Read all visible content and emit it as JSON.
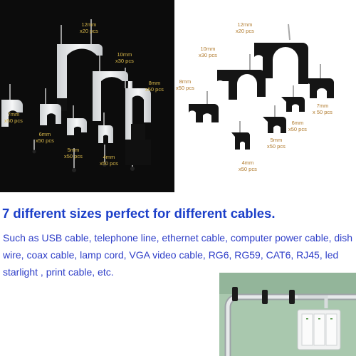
{
  "left_labels": [
    {
      "size": "12mm",
      "qty": "x20 pcs"
    },
    {
      "size": "10mm",
      "qty": "x30 pcs"
    },
    {
      "size": "8mm",
      "qty": "x50 pcs"
    },
    {
      "size": "7mm",
      "qty": "x50 pcs"
    },
    {
      "size": "6mm",
      "qty": "x50 pcs"
    },
    {
      "size": "5mm",
      "qty": "x50 pcs"
    },
    {
      "size": "4mm",
      "qty": "x50 pcs"
    }
  ],
  "right_labels": [
    {
      "size": "12mm",
      "qty": "x20 pcs"
    },
    {
      "size": "10mm",
      "qty": "x30 pcs"
    },
    {
      "size": "8mm",
      "qty": "x50 pcs"
    },
    {
      "size": "7mm",
      "qty": "x 50 pcs"
    },
    {
      "size": "6mm",
      "qty": "x50 pcs"
    },
    {
      "size": "5mm",
      "qty": "x50 pcs"
    },
    {
      "size": "4mm",
      "qty": "x50 pcs"
    }
  ],
  "headline": "7 different sizes perfect for different cables.",
  "body": "Such as USB cable, telephone line, ethernet cable, computer power cable, dish wire, coax cable, lamp cord, VGA video cable, RG6, RG59, CAT6, RJ45, led starlight , print cable, etc.",
  "colors": {
    "text_blue": "#1c3fc9",
    "label_gold": "#d9b84a",
    "label_brown": "#b07a2c",
    "wall_green": "#9cbfa2"
  }
}
